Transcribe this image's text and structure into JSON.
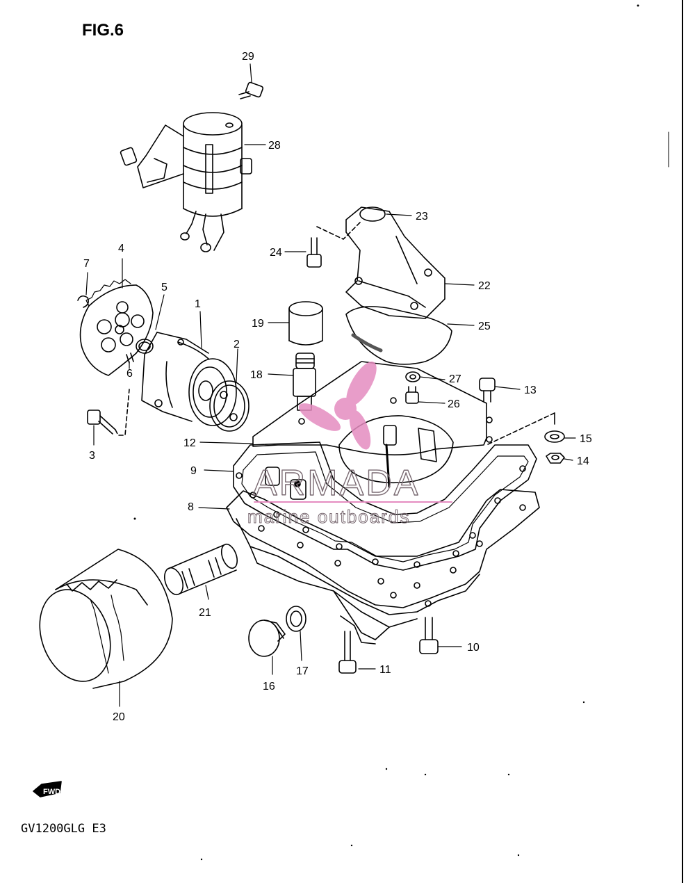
{
  "figure": {
    "title": "FIG.6",
    "model": "GV1200GLG E3",
    "fwd_badge": "FWD"
  },
  "watermark": {
    "brand": "ARMADA",
    "subtitle": "marine outboards",
    "logo_color": "#e58cc0",
    "line_color": "#e58cc0"
  },
  "callouts": [
    {
      "id": "c1",
      "text": "1"
    },
    {
      "id": "c2",
      "text": "2"
    },
    {
      "id": "c3",
      "text": "3"
    },
    {
      "id": "c4",
      "text": "4"
    },
    {
      "id": "c5",
      "text": "5"
    },
    {
      "id": "c6",
      "text": "6"
    },
    {
      "id": "c7",
      "text": "7"
    },
    {
      "id": "c8",
      "text": "8"
    },
    {
      "id": "c9",
      "text": "9"
    },
    {
      "id": "c10",
      "text": "10"
    },
    {
      "id": "c11",
      "text": "11"
    },
    {
      "id": "c12",
      "text": "12"
    },
    {
      "id": "c13",
      "text": "13"
    },
    {
      "id": "c14",
      "text": "14"
    },
    {
      "id": "c15",
      "text": "15"
    },
    {
      "id": "c16",
      "text": "16"
    },
    {
      "id": "c17",
      "text": "17"
    },
    {
      "id": "c18",
      "text": "18"
    },
    {
      "id": "c19",
      "text": "19"
    },
    {
      "id": "c20",
      "text": "20"
    },
    {
      "id": "c21",
      "text": "21"
    },
    {
      "id": "c22",
      "text": "22"
    },
    {
      "id": "c23",
      "text": "23"
    },
    {
      "id": "c24",
      "text": "24"
    },
    {
      "id": "c25",
      "text": "25"
    },
    {
      "id": "c26",
      "text": "26"
    },
    {
      "id": "c27",
      "text": "27"
    },
    {
      "id": "c28",
      "text": "28"
    },
    {
      "id": "c29",
      "text": "29"
    }
  ]
}
